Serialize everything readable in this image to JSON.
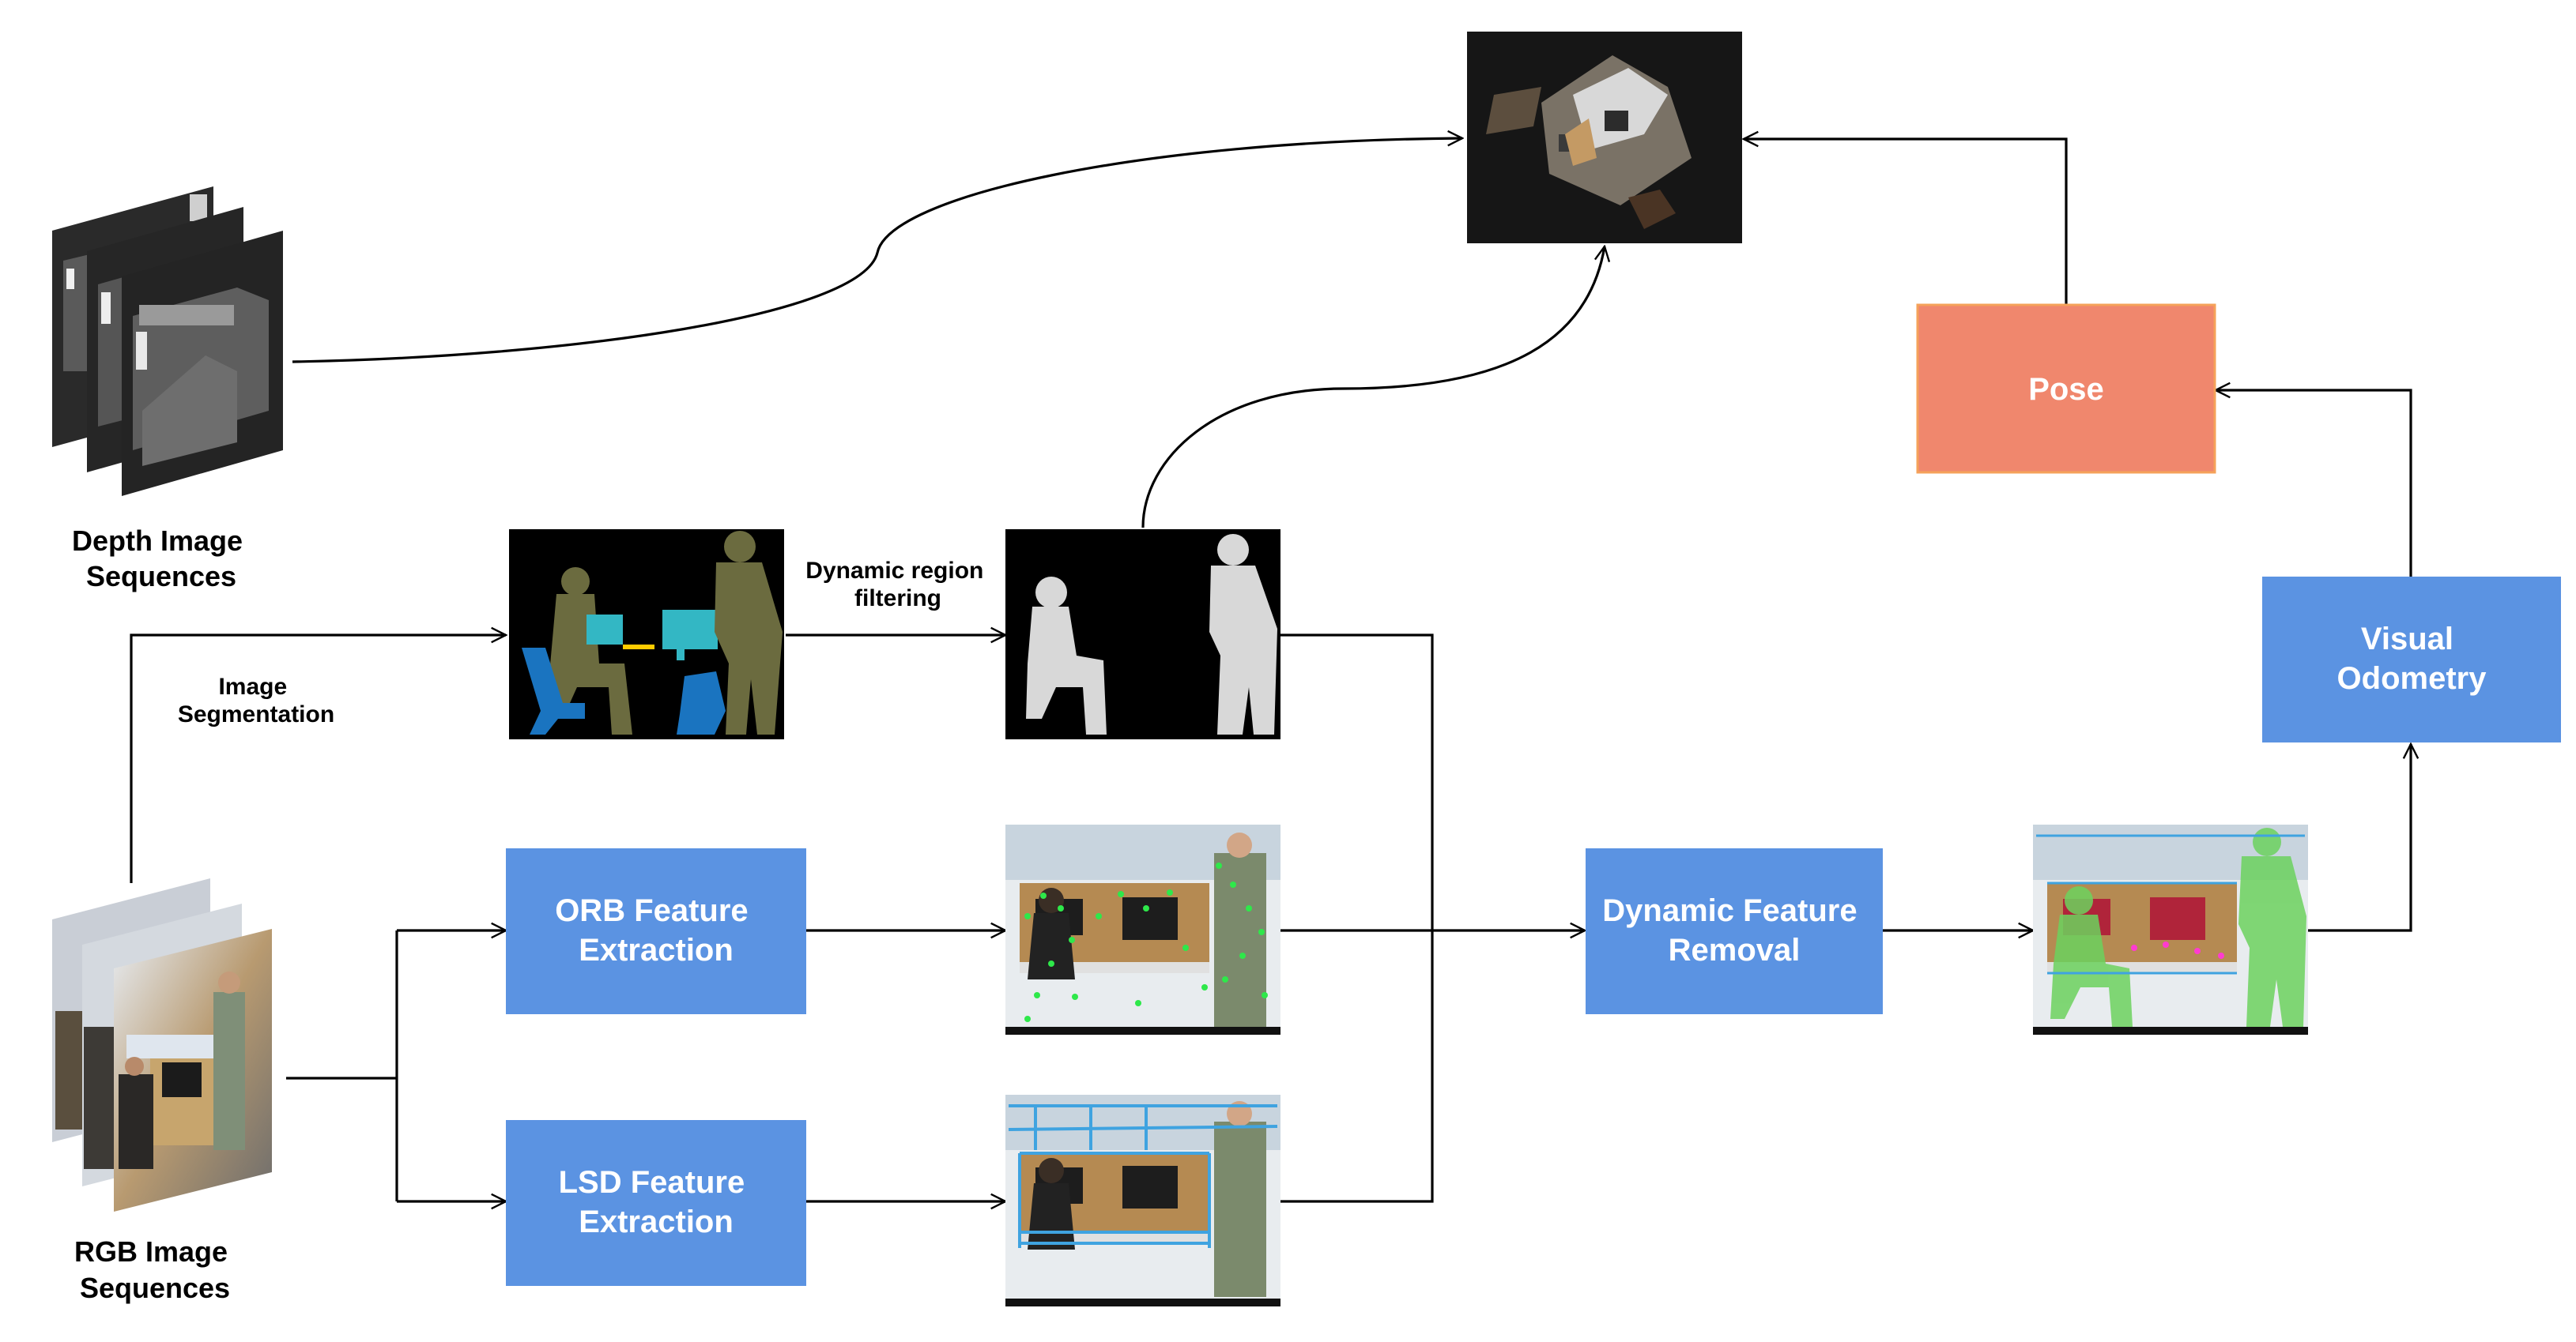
{
  "labels": {
    "depth_sequences": [
      "Depth Image",
      "Sequences"
    ],
    "rgb_sequences": [
      "RGB Image",
      "Sequences"
    ],
    "image_segmentation": [
      "Image",
      "Segmentation"
    ],
    "dynamic_region_filtering": [
      "Dynamic region",
      "filtering"
    ]
  },
  "boxes": {
    "orb": [
      "ORB Feature",
      "Extraction"
    ],
    "lsd": [
      "LSD Feature",
      "Extraction"
    ],
    "dynamic_feature_removal": [
      "Dynamic Feature",
      "Removal"
    ],
    "visual_odometry": [
      "Visual",
      "Odometry"
    ],
    "pose": [
      "Pose"
    ]
  },
  "colors": {
    "process_box": "#5b93e2",
    "pose_box": "#f0876d",
    "pose_border": "#f5a25a",
    "arrow": "#000000",
    "image_background": "#000000",
    "segmentation_person": "#6b6b3f",
    "segmentation_monitor": "#33b7c4",
    "segmentation_chair": "#1a74c0",
    "mask_person": "#d8d8d8",
    "feature_point": "#2ee84a",
    "line_segment": "#3fa3e0"
  }
}
